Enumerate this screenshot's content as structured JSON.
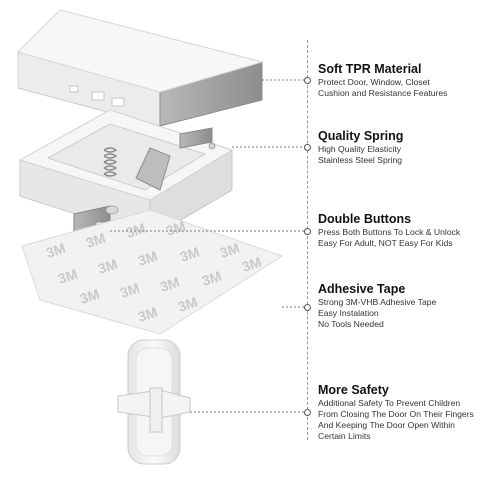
{
  "features": [
    {
      "title": "Soft TPR Material",
      "lines": [
        "Protect Door, Window, Closet",
        "Cushion and Resistance Features"
      ],
      "icon": "cover-plate-icon"
    },
    {
      "title": "Quality Spring",
      "lines": [
        "High Quality Elasticity",
        "Stainless Steel Spring"
      ],
      "icon": "spring-icon"
    },
    {
      "title": "Double Buttons",
      "lines": [
        "Press Both Buttons To Lock & Unlock",
        "Easy For Adult, NOT Easy For Kids"
      ],
      "icon": "button-icon"
    },
    {
      "title": "Adhesive Tape",
      "lines": [
        "Strong 3M-VHB Adhesive Tape",
        "Easy Instalation",
        "No Tools Needed"
      ],
      "icon": "adhesive-tape-icon"
    },
    {
      "title": "More Safety",
      "lines": [
        "Additional Safety To Prevent Children",
        "From Closing The Door On Their Fingers",
        "And Keeping The Door Open Within",
        "Certain Limits"
      ],
      "icon": "door-stopper-icon"
    }
  ],
  "tape_print": "3M",
  "colors": {
    "plastic": "#f1f1f1",
    "plastic_edge": "#d6d6d6",
    "gray_pad": "#a9a9a9",
    "tape_mark": "#c9c9c9",
    "leader": "#7a7a7a"
  }
}
